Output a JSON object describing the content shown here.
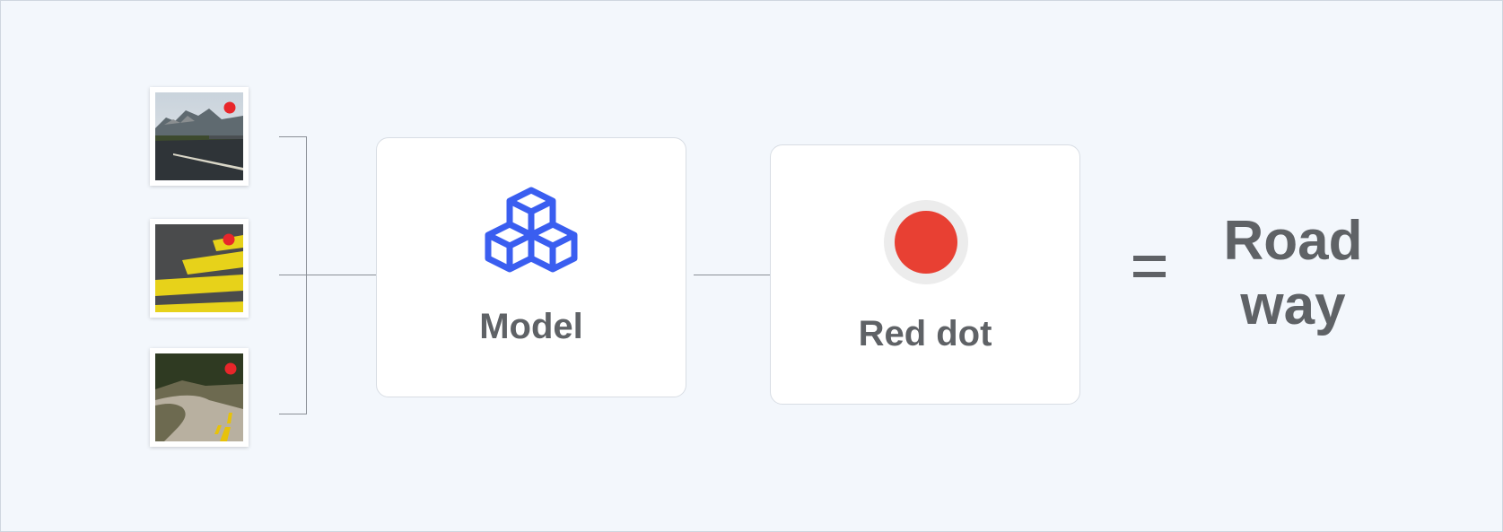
{
  "inputs": [
    {
      "name": "mountain-road-photo",
      "marker": "red-dot"
    },
    {
      "name": "crosswalk-photo",
      "marker": "red-dot"
    },
    {
      "name": "curved-road-photo",
      "marker": "red-dot"
    }
  ],
  "model_card": {
    "label": "Model",
    "icon": "cubes-icon",
    "icon_color": "#3a5ef0"
  },
  "output_card": {
    "label": "Red dot",
    "icon": "red-dot-icon",
    "dot_color": "#e84033",
    "ring_color": "#ececec"
  },
  "equals_sign": "=",
  "result": {
    "line1": "Road",
    "line2": "way"
  },
  "colors": {
    "background": "#f3f7fc",
    "text": "#5f6266",
    "connector": "#8a8f96"
  }
}
